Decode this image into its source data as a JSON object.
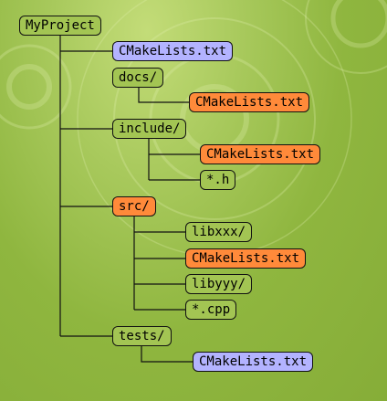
{
  "colors": {
    "plain": "#a3c553",
    "blue": "#b3b3ff",
    "orange": "#ff8a3a",
    "border": "#111111"
  },
  "tree": {
    "root": "MyProject",
    "root_cmake": "CMakeLists.txt",
    "docs": "docs/",
    "docs_cmake": "CMakeLists.txt",
    "include": "include/",
    "include_cmake": "CMakeLists.txt",
    "include_h": "*.h",
    "src": "src/",
    "src_libxxx": "libxxx/",
    "src_cmake": "CMakeLists.txt",
    "src_libyyy": "libyyy/",
    "src_cpp": "*.cpp",
    "tests": "tests/",
    "tests_cmake": "CMakeLists.txt"
  }
}
